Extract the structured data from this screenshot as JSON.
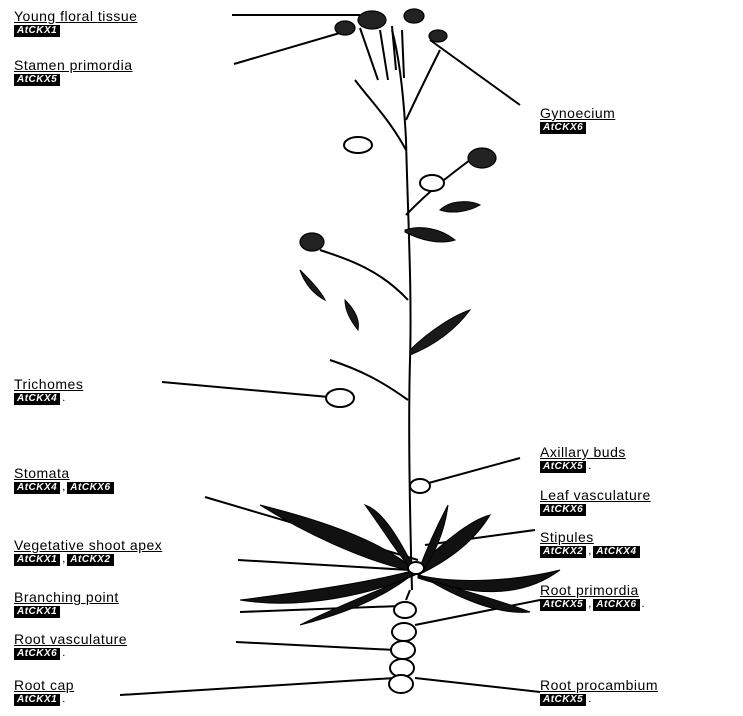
{
  "labels": [
    {
      "key": "young-floral-tissue",
      "title": "Young floral tissue",
      "genes": [
        "AtCKX1"
      ],
      "seps": [
        ""
      ]
    },
    {
      "key": "stamen-primordia",
      "title": "Stamen primordia",
      "genes": [
        "AtCKX5"
      ],
      "seps": [
        ""
      ]
    },
    {
      "key": "gynoecium",
      "title": "Gynoecium",
      "genes": [
        "AtCKX6"
      ],
      "seps": [
        ""
      ]
    },
    {
      "key": "trichomes",
      "title": "Trichomes",
      "genes": [
        "AtCKX4"
      ],
      "seps": [
        "."
      ]
    },
    {
      "key": "stomata",
      "title": "Stomata",
      "genes": [
        "AtCKX4",
        "AtCKX6"
      ],
      "seps": [
        ",",
        ""
      ]
    },
    {
      "key": "axillary-buds",
      "title": "Axillary buds",
      "genes": [
        "AtCKX5"
      ],
      "seps": [
        "."
      ]
    },
    {
      "key": "leaf-vasculature",
      "title": "Leaf vasculature",
      "genes": [
        "AtCKX6"
      ],
      "seps": [
        ""
      ]
    },
    {
      "key": "stipules",
      "title": "Stipules",
      "genes": [
        "AtCKX2",
        "AtCKX4"
      ],
      "seps": [
        ",",
        ""
      ]
    },
    {
      "key": "vegetative-shoot-apex",
      "title": "Vegetative shoot apex",
      "genes": [
        "AtCKX1",
        "AtCKX2"
      ],
      "seps": [
        ",",
        ""
      ]
    },
    {
      "key": "branching-point",
      "title": "Branching point",
      "genes": [
        "AtCKX1"
      ],
      "seps": [
        ""
      ]
    },
    {
      "key": "root-primordia",
      "title": "Root primordia",
      "genes": [
        "AtCKX5",
        "AtCKX6"
      ],
      "seps": [
        ",",
        "."
      ]
    },
    {
      "key": "root-vasculature",
      "title": "Root vasculature",
      "genes": [
        "AtCKX6"
      ],
      "seps": [
        "."
      ]
    },
    {
      "key": "root-cap",
      "title": "Root cap",
      "genes": [
        "AtCKX1"
      ],
      "seps": [
        "."
      ]
    },
    {
      "key": "root-procambium",
      "title": "Root procambium",
      "genes": [
        "AtCKX5"
      ],
      "seps": [
        "."
      ]
    }
  ]
}
